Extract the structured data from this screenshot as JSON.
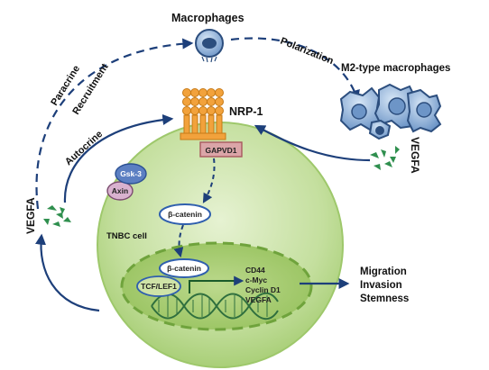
{
  "labels": {
    "macrophages": "Macrophages",
    "m2_macrophages": "M2-type macrophages",
    "polarization": "Polarization",
    "paracrine": "Paracrine",
    "recruitment": "Recruitment",
    "autocrine": "Autocrine",
    "nrp1": "NRP-1",
    "gapvd1": "GAPVD1",
    "vegfa_left": "VEGFA",
    "vegfa_right": "VEGFA",
    "gsk3": "Gsk-3",
    "axin": "Axin",
    "beta_catenin_cyto": "β-catenin",
    "beta_catenin_nuc": "β-catenin",
    "tcf_lef1": "TCF/LEF1",
    "tnbc_cell": "TNBC cell",
    "targets": [
      "CD44",
      "c-Myc",
      "Cyclin D1",
      "VEGFA"
    ],
    "outcomes": [
      "Migration",
      "Invasion",
      "Stemness"
    ]
  },
  "colors": {
    "arrow": "#1d3f7a",
    "cell_fill": "#c4df9e",
    "cell_edge": "#9ec86b",
    "nucleus_edge": "#7fb24a",
    "receptor": "#f2a23c",
    "receptor_edge": "#c77a16",
    "gapvd1_fill": "#dba5a8",
    "gapvd1_edge": "#a8585e",
    "vegfa_dot": "#2f8f4e",
    "protein_blue": "#2f5fae",
    "axin_fill": "#d9b2cf",
    "macrophage_fill": "#8db3da",
    "macrophage_edge": "#2c4e7e"
  }
}
